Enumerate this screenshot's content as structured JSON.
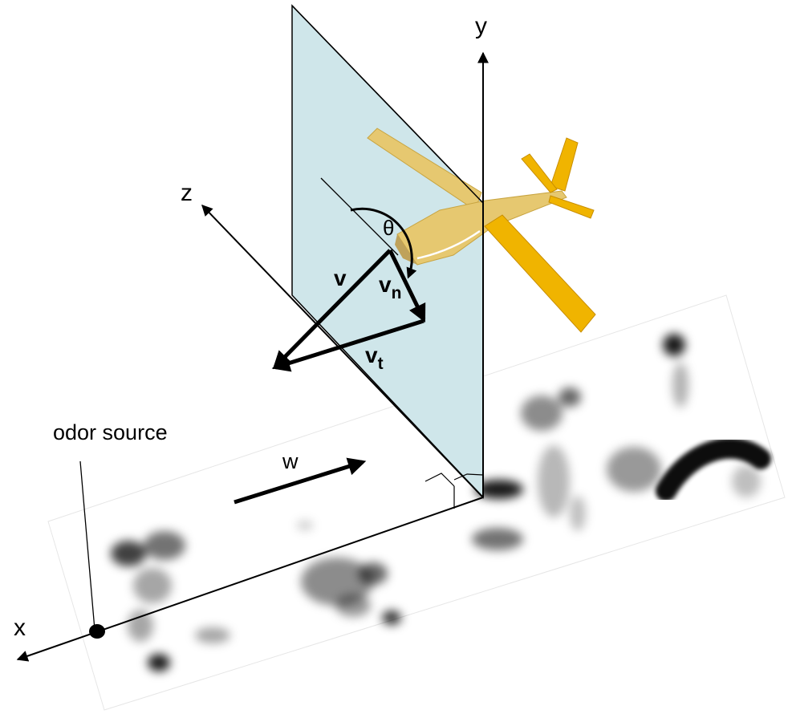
{
  "labels": {
    "y_axis": "y",
    "z_axis": "z",
    "x_axis": "x",
    "theta": "θ",
    "v": "v",
    "vn_base": "v",
    "vn_sub": "n",
    "vt_base": "v",
    "vt_sub": "t",
    "wind": "w",
    "odor_source": "odor source"
  },
  "colors": {
    "plane_fill": "#cfe6ea",
    "airplane_body": "#f0b400",
    "airplane_shadow": "#e6c870",
    "plume": "#000000",
    "ink": "#000000"
  },
  "icons": {
    "airplane": "airplane-icon",
    "odor_source": "odor-source-dot-icon"
  }
}
